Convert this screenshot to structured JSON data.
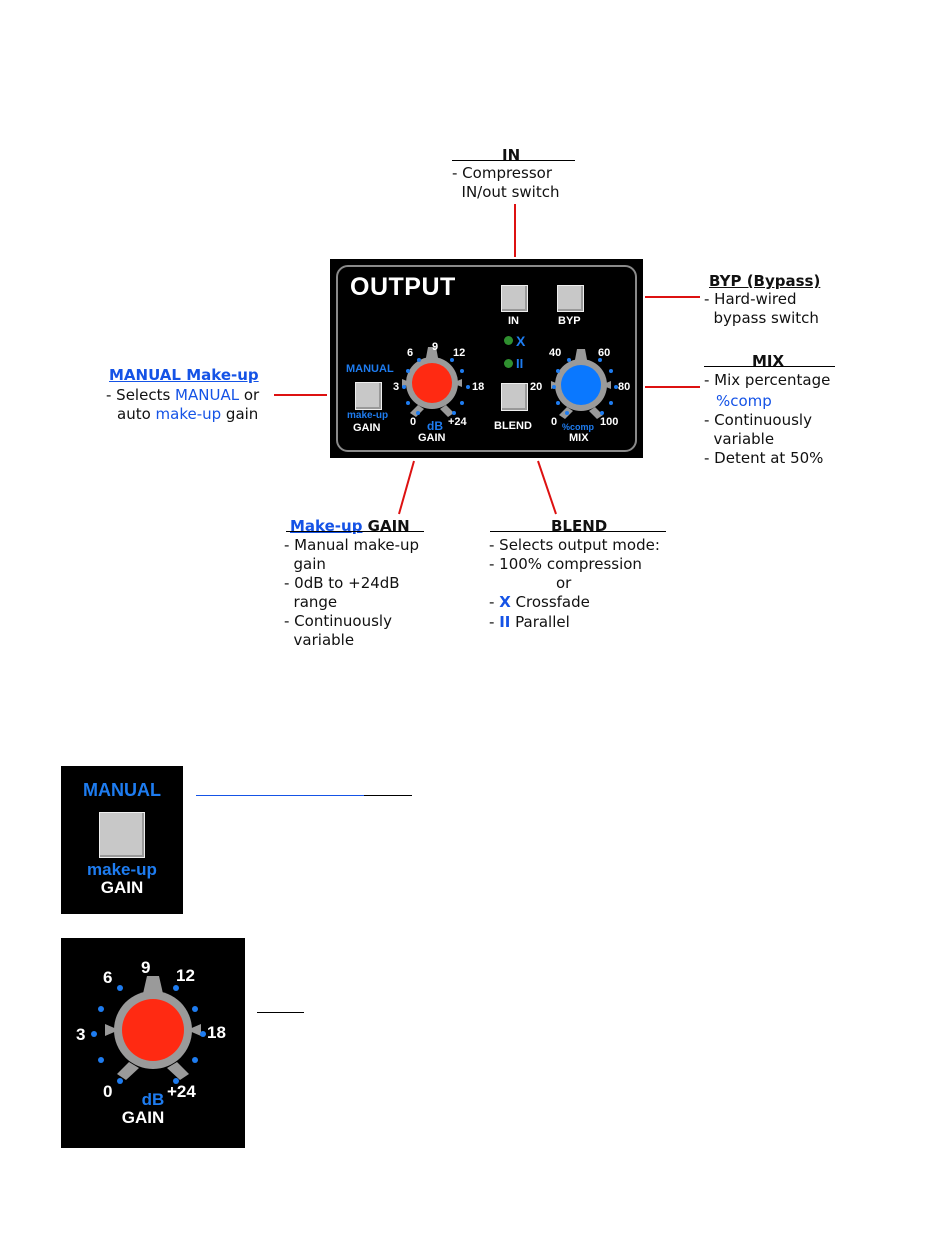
{
  "in_callout": {
    "title": "IN",
    "lines": [
      "- Compressor",
      "  IN/out switch"
    ]
  },
  "byp_callout": {
    "title": "BYP (Bypass)",
    "lines": [
      "- Hard-wired",
      "  bypass switch"
    ]
  },
  "mix_callout": {
    "title": "MIX",
    "line1": "- Mix percentage",
    "line2_blue": "%comp",
    "line3": "- Continuously",
    "line4": "  variable",
    "line5": "- Detent at 50%"
  },
  "manual_callout": {
    "title": "MANUAL Make-up",
    "line1_a": "- Selects ",
    "line1_blue": "MANUAL",
    "line1_b": " or",
    "line2_a": "auto ",
    "line2_blue": "make-up",
    "line2_b": " gain"
  },
  "gain_callout": {
    "title_blue": "Make-up",
    "title_black": " GAIN",
    "lines": [
      "- Manual make-up",
      "  gain",
      "- 0dB to +24dB",
      "  range",
      "- Continuously",
      "  variable"
    ]
  },
  "blend_callout": {
    "title": "BLEND",
    "line1": "- Selects output mode:",
    "line2": "- 100% compression",
    "line3": "or",
    "line4_sym": "X",
    "line4_text": " Crossfade",
    "line5_sym": "II",
    "line5_text": " Parallel"
  },
  "panel": {
    "title": "OUTPUT",
    "in_label": "IN",
    "byp_label": "BYP",
    "manual_label": "MANUAL",
    "makeup_label": "make-up",
    "gain_label": "GAIN",
    "gain_knob_unit": "dB",
    "gain_knob_label": "GAIN",
    "gain_scale": [
      "6",
      "9",
      "12",
      "3",
      "18",
      "0",
      "+24"
    ],
    "blend_label": "BLEND",
    "blend_x": "X",
    "blend_ii": "II",
    "mix_scale": [
      "40",
      "60",
      "20",
      "80",
      "0",
      "100"
    ],
    "mix_unit": "%comp",
    "mix_label": "MIX"
  },
  "detail_manual": {
    "manual": "MANUAL",
    "makeup": "make-up",
    "gain": "GAIN"
  },
  "detail_gain": {
    "scale": [
      "6",
      "9",
      "12",
      "3",
      "18",
      "0",
      "+24"
    ],
    "unit": "dB",
    "label": "GAIN"
  },
  "colors": {
    "accent_blue": "#1553e6",
    "panel_blue": "#1e7cf0",
    "gain_knob": "#ff2a12",
    "mix_knob": "#0a78ff",
    "callout_line": "#dd1111",
    "led_green": "#2f8f2f"
  }
}
